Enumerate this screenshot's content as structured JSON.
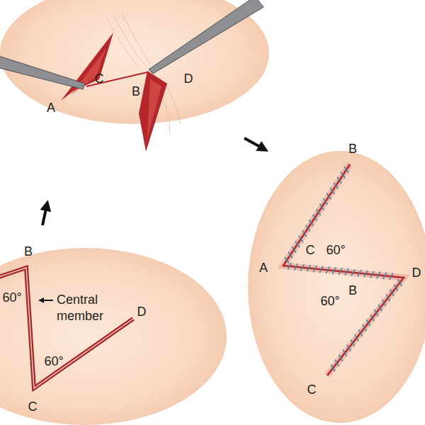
{
  "diagram": {
    "labels": [
      "C",
      "A",
      "B",
      "D",
      "B",
      "A",
      "C",
      "60°",
      "D",
      "B",
      "60°",
      "C",
      "B",
      "60°",
      "Central member",
      "D",
      "60°",
      "C"
    ]
  }
}
